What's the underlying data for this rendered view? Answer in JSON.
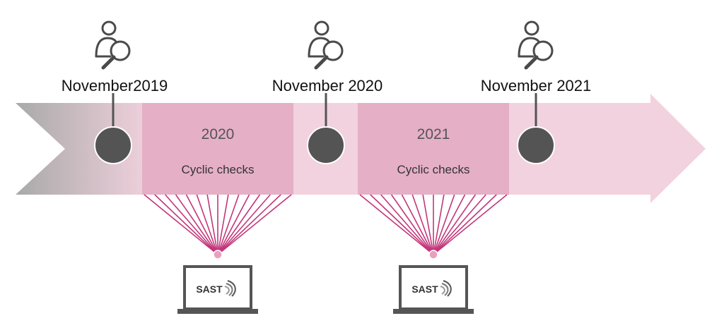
{
  "colors": {
    "arrow_light": "#f2d2de",
    "arrow_gray_start": "#a9a9a9",
    "period_block": "#e5afc6",
    "milestone_dot": "#545454",
    "ray_color": "#c2367a",
    "icon_stroke": "#4a4a4a"
  },
  "milestones": [
    {
      "label": "November2019",
      "icon": "user-search-icon"
    },
    {
      "label": "November 2020",
      "icon": "user-search-icon"
    },
    {
      "label": "November 2021",
      "icon": "user-search-icon"
    }
  ],
  "periods": [
    {
      "year": "2020",
      "subtitle": "Cyclic checks"
    },
    {
      "year": "2021",
      "subtitle": "Cyclic checks"
    }
  ],
  "devices": [
    {
      "logo_text": "SAST",
      "icon": "laptop-icon"
    },
    {
      "logo_text": "SAST",
      "icon": "laptop-icon"
    }
  ]
}
